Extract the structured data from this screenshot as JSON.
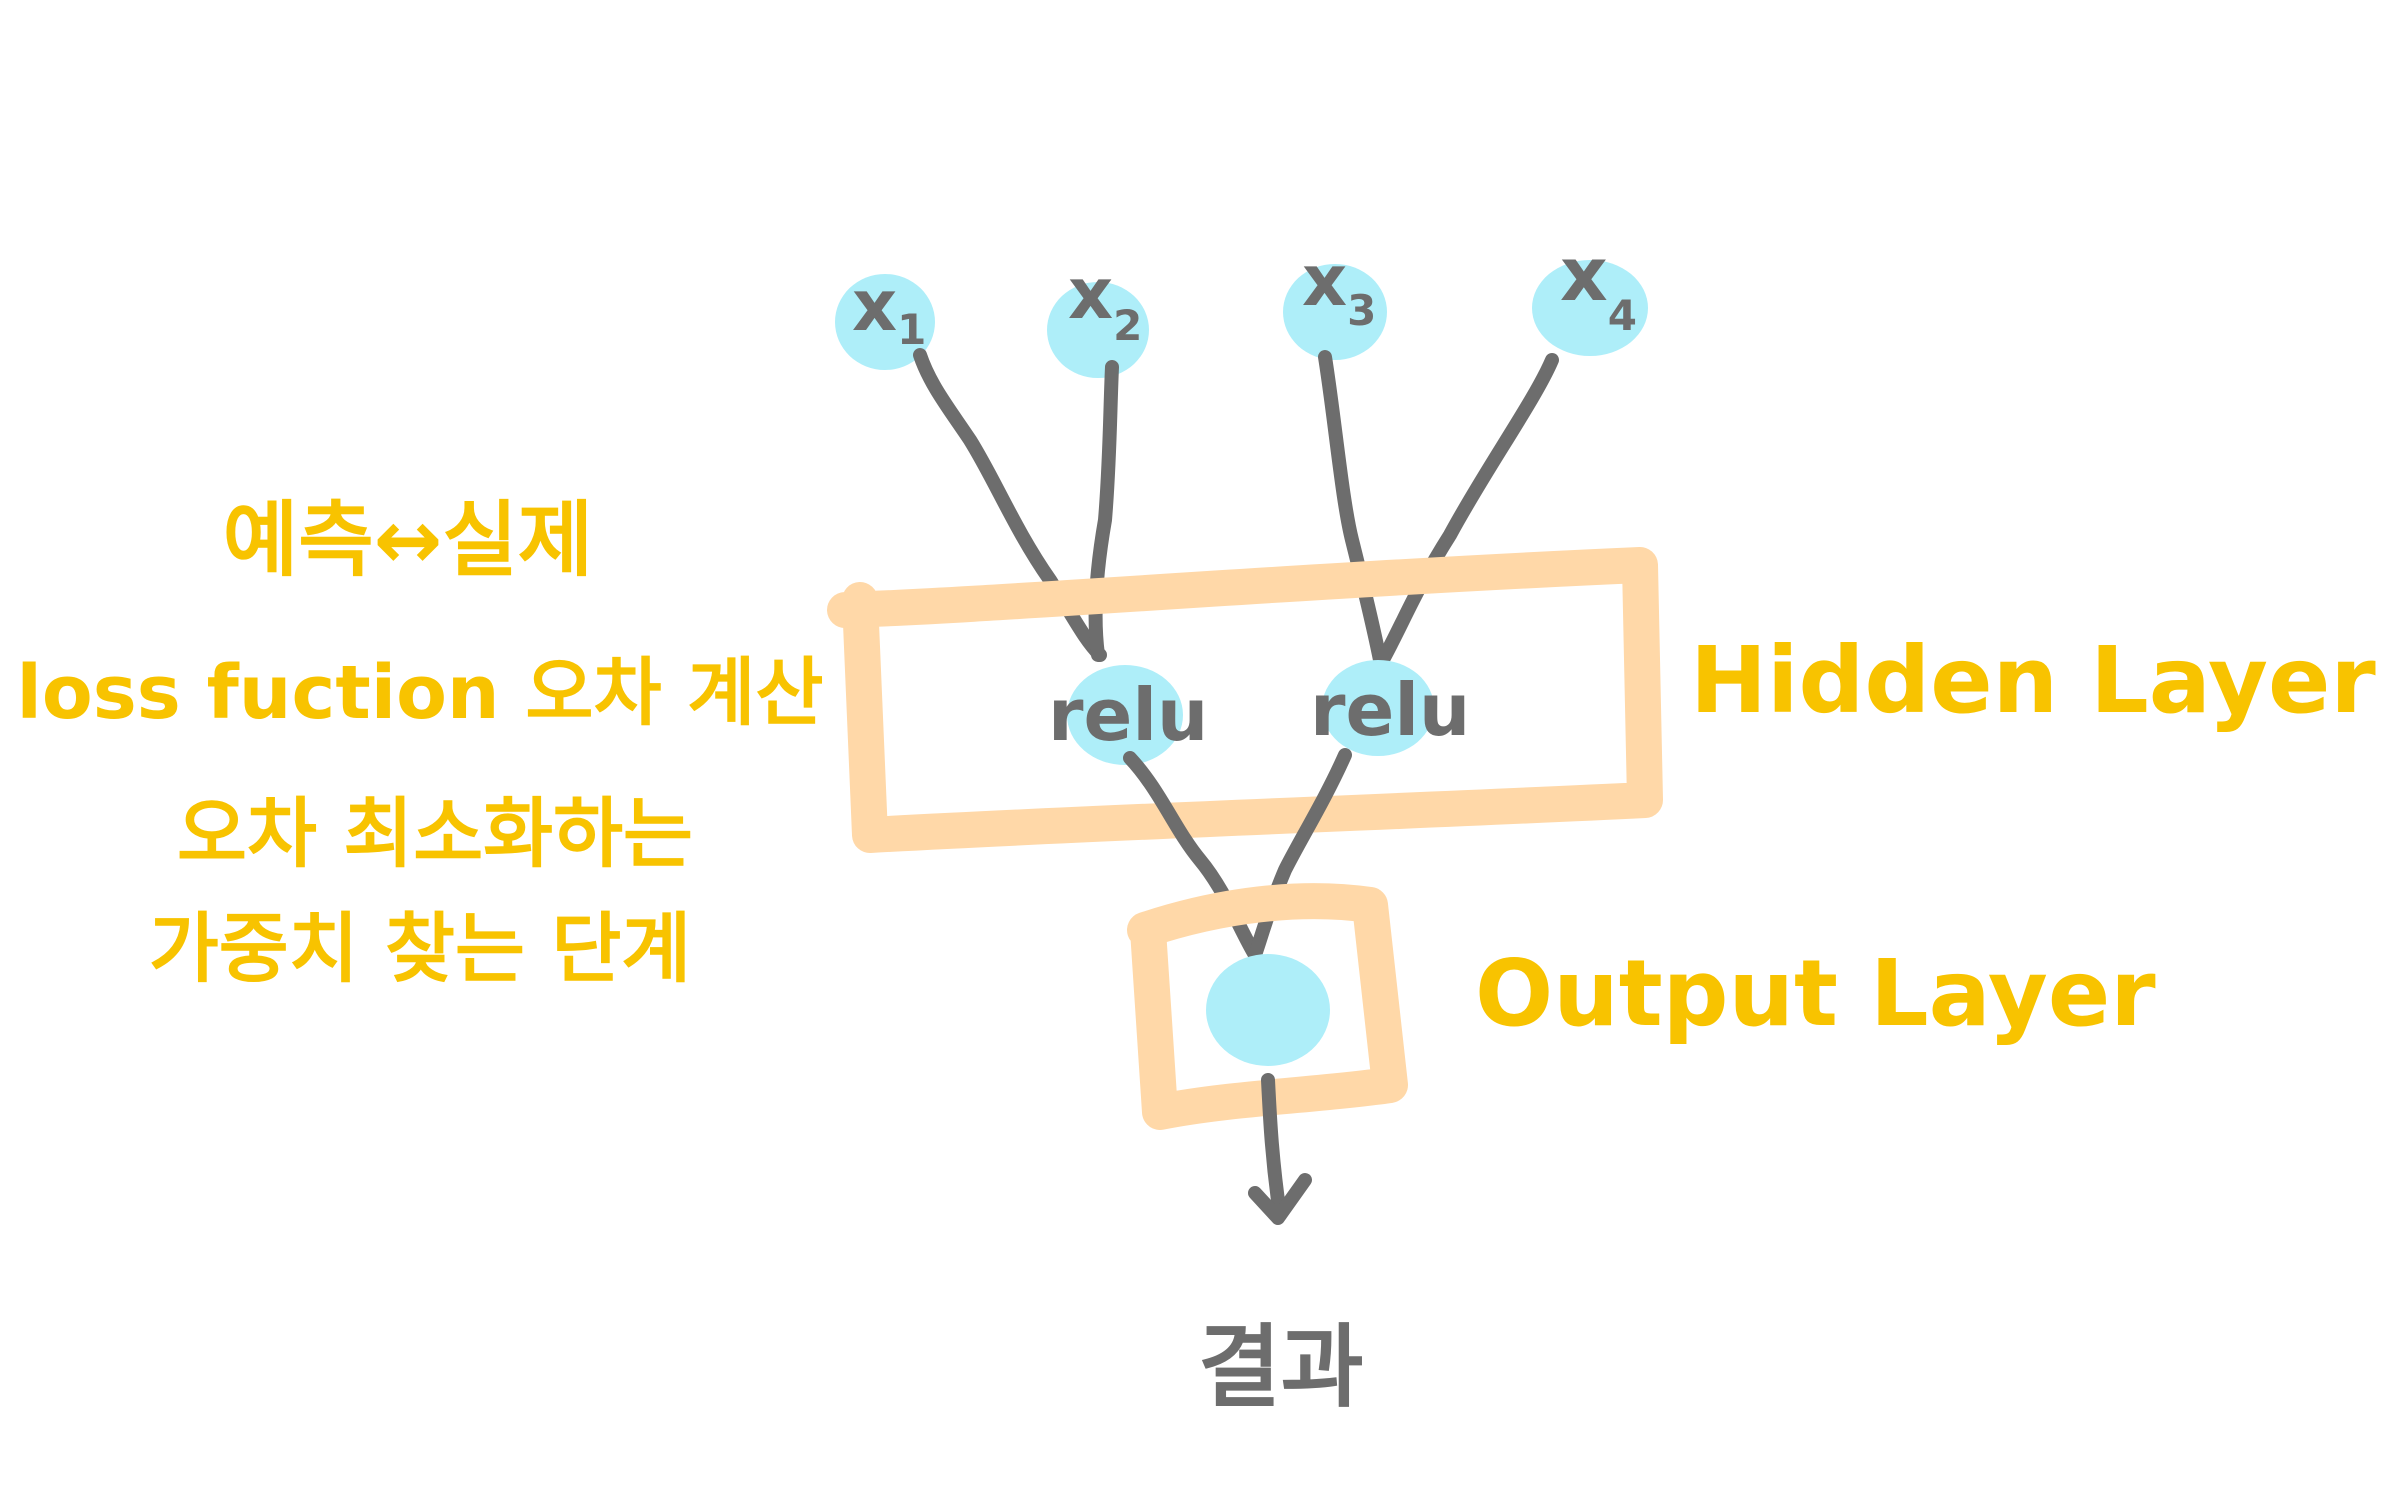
{
  "diagram": {
    "inputs": [
      {
        "base": "x",
        "sub": "1"
      },
      {
        "base": "x",
        "sub": "2"
      },
      {
        "base": "x",
        "sub": "3"
      },
      {
        "base": "x",
        "sub": "4"
      }
    ],
    "hidden_nodes": [
      "relu",
      "relu"
    ],
    "hidden_layer_label": "Hidden Layer",
    "output_layer_label": "Output Layer",
    "result_label": "결과",
    "note_lines": [
      "예측↔실제",
      "loss fuction 오차 계산",
      "오차 최소화하는",
      "가중치 찾는 단계"
    ],
    "colors": {
      "stroke": "#6d6d6d",
      "node": "#aeeef9",
      "box": "#ffd8a8",
      "annotation": "#f8c300"
    }
  }
}
